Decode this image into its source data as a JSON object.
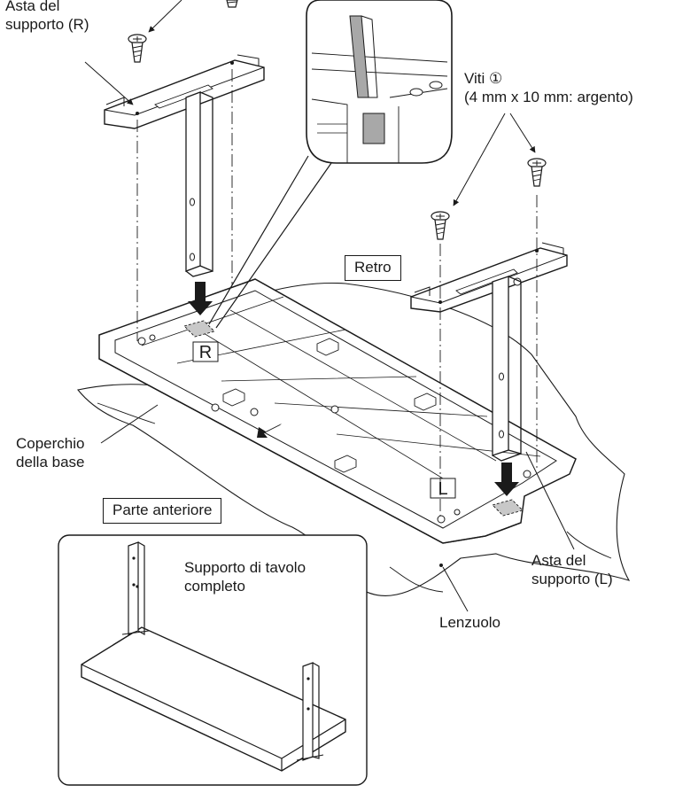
{
  "labels": {
    "rod_r_line1": "Asta del",
    "rod_r_line2": "supporto (R)",
    "screws_line1": "Viti ①",
    "screws_line2": "(4 mm x 10 mm: argento)",
    "back": "Retro",
    "base_cover_line1": "Coperchio",
    "base_cover_line2": "della base",
    "front": "Parte anteriore",
    "complete_line1": "Supporto di tavolo",
    "complete_line2": "completo",
    "rod_l_line1": "Asta del",
    "rod_l_line2": "supporto (L)",
    "sheet": "Lenzuolo",
    "mark_r": "R",
    "mark_l": "L"
  },
  "colors": {
    "line": "#1a1a1a",
    "shade": "#c8c8c8",
    "detail_shade": "#a8a8a8",
    "background": "#ffffff"
  }
}
